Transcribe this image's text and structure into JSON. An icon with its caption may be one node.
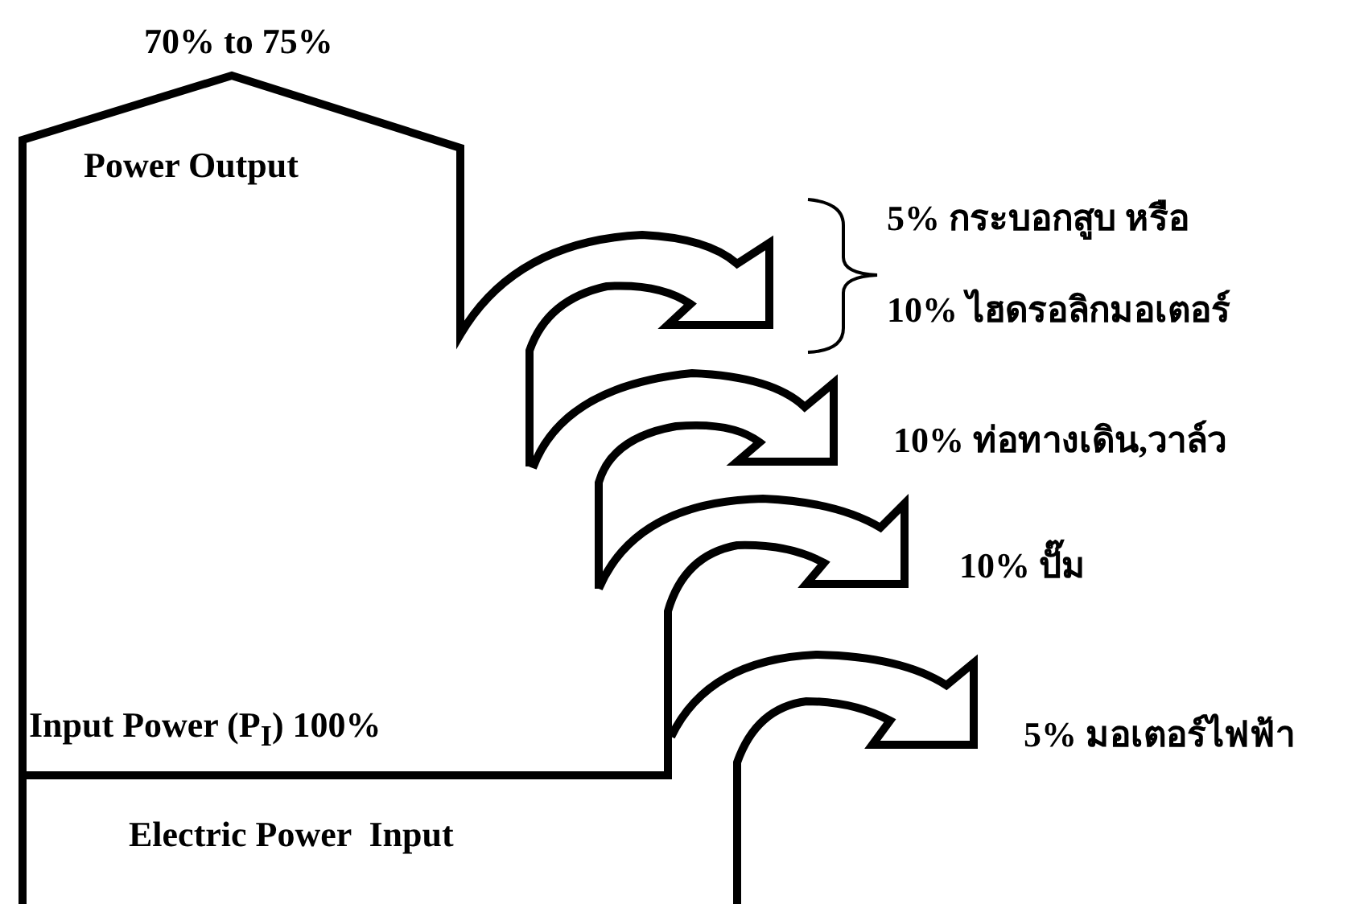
{
  "diagram": {
    "labels": [
      "70% to 75%",
      "Power Output",
      "5% กระบอกสูบ หรือ",
      "10% ไฮดรอลิกมอเตอร์",
      "10% ท่อทางเดิน,วาล์ว",
      "10% ปั๊ม",
      "Input Power (P$_{I}$) 100%",
      "5% มอเตอร์ไฟฟ้า",
      "Electric Power  Input"
    ]
  }
}
